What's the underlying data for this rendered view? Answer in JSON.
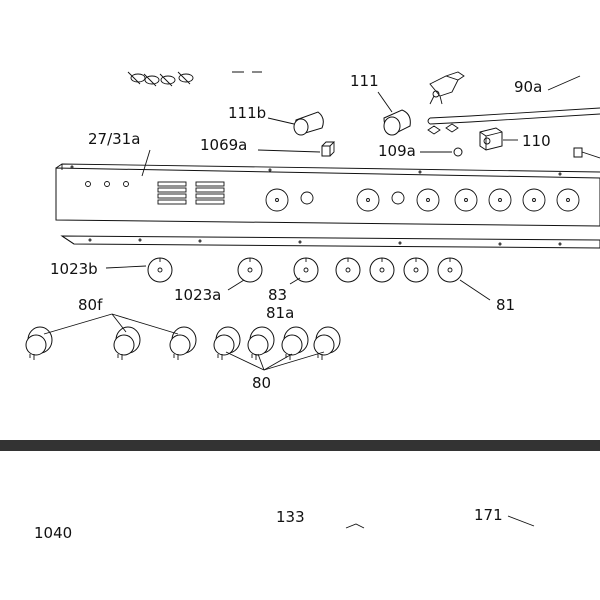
{
  "diagram": {
    "labels": {
      "l111": "111",
      "l90a": "90a",
      "l111b": "111b",
      "l27_31a": "27/31a",
      "l1069a": "1069a",
      "l109a": "109a",
      "l110": "110",
      "l1023b": "1023b",
      "l1023a": "1023a",
      "l83": "83",
      "l81a": "81a",
      "l81": "81",
      "l80f": "80f",
      "l80": "80",
      "l133": "133",
      "l171": "171",
      "l1040": "1040"
    },
    "colors": {
      "ink": "#111111",
      "divider": "#333333",
      "background": "#ffffff"
    }
  }
}
